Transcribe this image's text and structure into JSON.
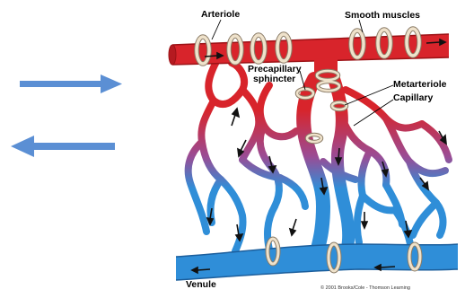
{
  "colors": {
    "arrow": "#5b8fd4",
    "artery": "#d8242b",
    "artery_dark": "#9c1216",
    "vein": "#2f8ed8",
    "vein_dark": "#1b5e9c",
    "muscle": "#efe2cb",
    "muscle_edge": "#8a7b66",
    "flow_arrow": "#111111"
  },
  "icons": {
    "right": "arrow-right-icon",
    "left": "arrow-left-icon"
  },
  "labels": {
    "arteriole": "Arteriole",
    "smooth_muscles": "Smooth muscles",
    "precapillary_1": "Precapillary",
    "precapillary_2": "sphincter",
    "metarteriole": "Metarteriole",
    "capillary": "Capillary",
    "venule": "Venule",
    "credit": "© 2001 Brooks/Cole - Thomson Learning"
  }
}
